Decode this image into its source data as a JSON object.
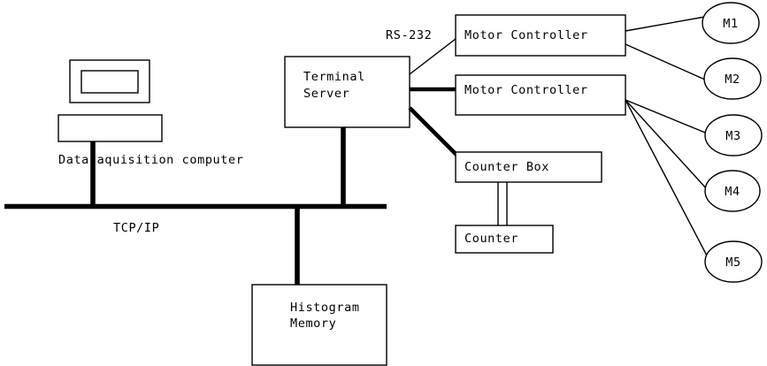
{
  "diagram": {
    "title": "Data acquisition system block diagram",
    "background_color": "#ffffff",
    "line_color": "#000000",
    "nodes": {
      "workstation": {
        "label": "Data aquisition computer",
        "monitor_name": "crt-monitor",
        "base_name": "computer-base"
      },
      "terminal_server": {
        "line1": "Terminal",
        "line2": "Server"
      },
      "motor_controller_1": {
        "label": "Motor Controller"
      },
      "motor_controller_2": {
        "label": "Motor Controller"
      },
      "counter_box": {
        "label": "Counter Box"
      },
      "counter": {
        "label": "Counter"
      },
      "histogram_memory": {
        "line1": "Histogram",
        "line2": "Memory"
      }
    },
    "motors": [
      {
        "id": "M1",
        "label": "M1"
      },
      {
        "id": "M2",
        "label": "M2"
      },
      {
        "id": "M3",
        "label": "M3"
      },
      {
        "id": "M4",
        "label": "M4"
      },
      {
        "id": "M5",
        "label": "M5"
      }
    ],
    "link_labels": {
      "bus": "TCP/IP",
      "serial": "RS-232"
    }
  }
}
